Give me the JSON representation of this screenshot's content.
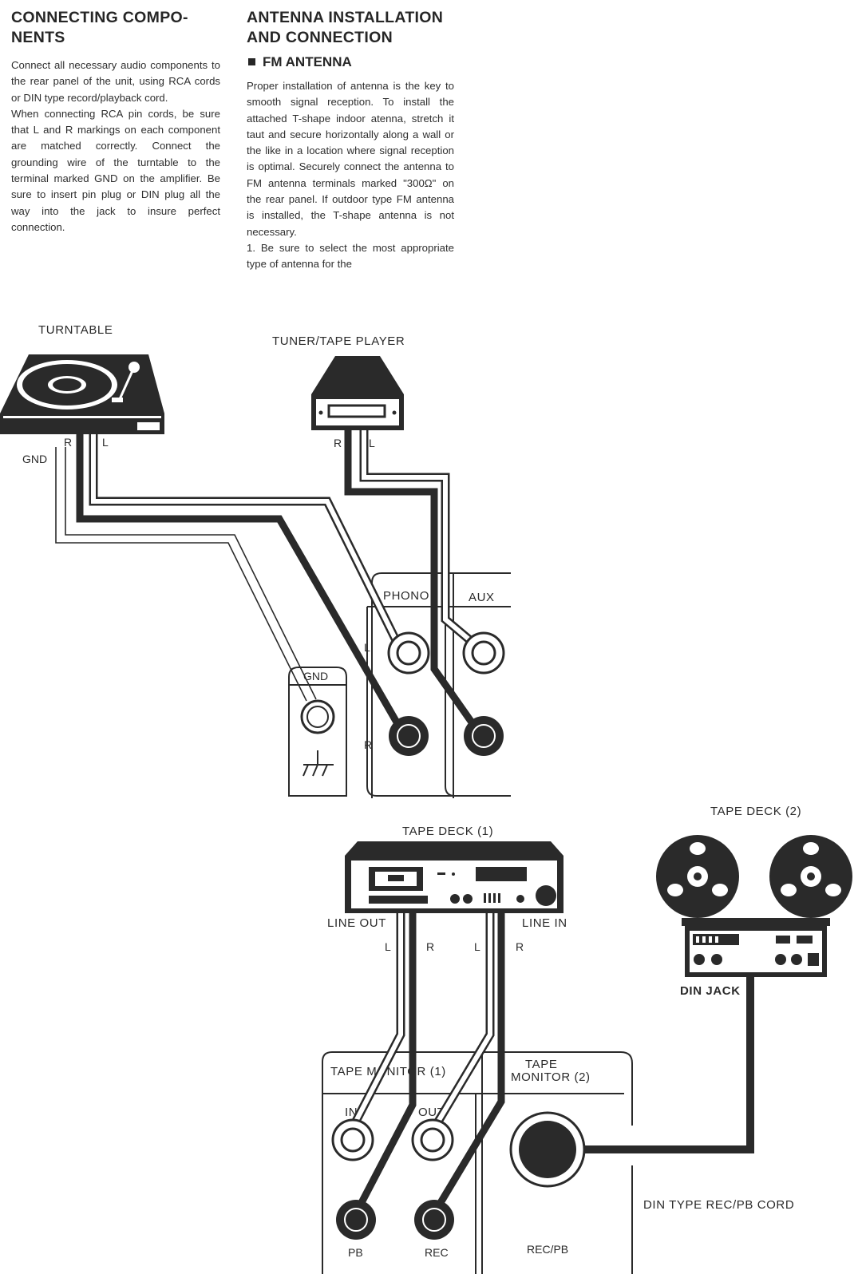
{
  "left_column": {
    "heading": "CONNECTING COMPO-\nNENTS",
    "paragraph_1": "Connect all necessary audio components to the rear panel of the unit, using RCA cords or DIN type record/playback cord.",
    "paragraph_2": "When connecting RCA pin cords, be sure that L and R markings on each component are matched correctly. Connect the grounding wire of the turntable to the terminal marked GND on the amplifier. Be sure to insert pin plug or DIN plug all the way into the jack to insure perfect connection."
  },
  "right_column": {
    "heading": "ANTENNA INSTALLATION\nAND CONNECTION",
    "subheading": "FM ANTENNA",
    "paragraph_1": "Proper installation of antenna is the key to smooth signal reception. To install the attached T-shape indoor atenna, stretch it taut and secure horizontally along a wall or the like in a location where signal reception is optimal. Securely connect the antenna to FM antenna terminals marked \"300Ω\" on the rear panel. If outdoor type FM antenna is installed, the T-shape antenna is not necessary.",
    "paragraph_2": "1. Be sure to select the most appropriate type of antenna for the"
  },
  "diagram": {
    "turntable": "TURNTABLE",
    "tuner": "TUNER/TAPE PLAYER",
    "gnd": "GND",
    "r": "R",
    "l": "L",
    "phono": "PHONO",
    "aux": "AUX",
    "gnd_terminal": "GND",
    "tape_deck_1": "TAPE DECK (1)",
    "tape_deck_2": "TAPE DECK (2)",
    "line_out": "LINE OUT",
    "line_in": "LINE IN",
    "din_jack": "DIN JACK",
    "tape_monitor_1": "TAPE MONITOR (1)",
    "tape_monitor_2_line1": "TAPE",
    "tape_monitor_2_line2": "MONITOR (2)",
    "in": "IN",
    "out": "OUT",
    "pb": "PB",
    "rec": "REC",
    "rec_pb": "REC/PB",
    "din_cord": "DIN TYPE REC/PB CORD"
  },
  "colors": {
    "ink": "#2a2a2a",
    "paper": "#ffffff"
  }
}
